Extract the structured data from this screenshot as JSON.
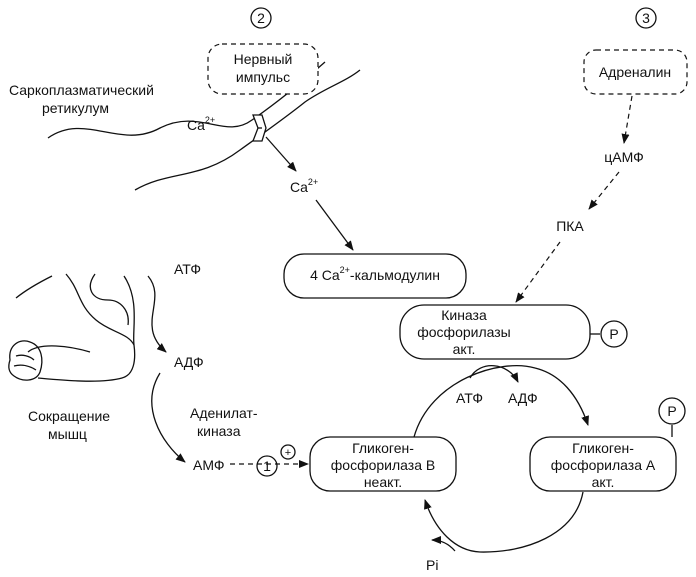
{
  "markers": {
    "m1": "1",
    "m2": "2",
    "m3": "3"
  },
  "labels": {
    "sr_line1": "Саркоплазматический",
    "sr_line2": "ретикулум",
    "nerve_line1": "Нервный",
    "nerve_line2": "импульс",
    "ca_base": "Ca",
    "ca_sup": "2+",
    "adrenaline": "Адреналин",
    "camp": "цАМФ",
    "pka": "ПКА",
    "calmodulin_prefix": "4 Ca",
    "calmodulin_sup": "2+",
    "calmodulin_suffix": "-кальмодулин",
    "kinase_line1": "Киназа",
    "kinase_line2": "фосфорилазы",
    "kinase_line3": "акт.",
    "p": "P",
    "atf": "АТФ",
    "adf": "АДФ",
    "amf": "АМФ",
    "plus": "+",
    "contraction_line1": "Сокращение",
    "contraction_line2": "мышц",
    "adenylate_line1": "Аденилат-",
    "adenylate_line2": "киназа",
    "phosB_line1": "Гликоген-",
    "phosB_line2": "фосфорилаза B",
    "phosB_line3": "неакт.",
    "phosA_line1": "Гликоген-",
    "phosA_line2": "фосфорилаза A",
    "phosA_line3": "акт.",
    "pi": "Pi"
  },
  "colors": {
    "ink": "#111111",
    "background": "#ffffff"
  },
  "icons": [
    "flexed-arm-icon",
    "calcium-channel-icon"
  ]
}
